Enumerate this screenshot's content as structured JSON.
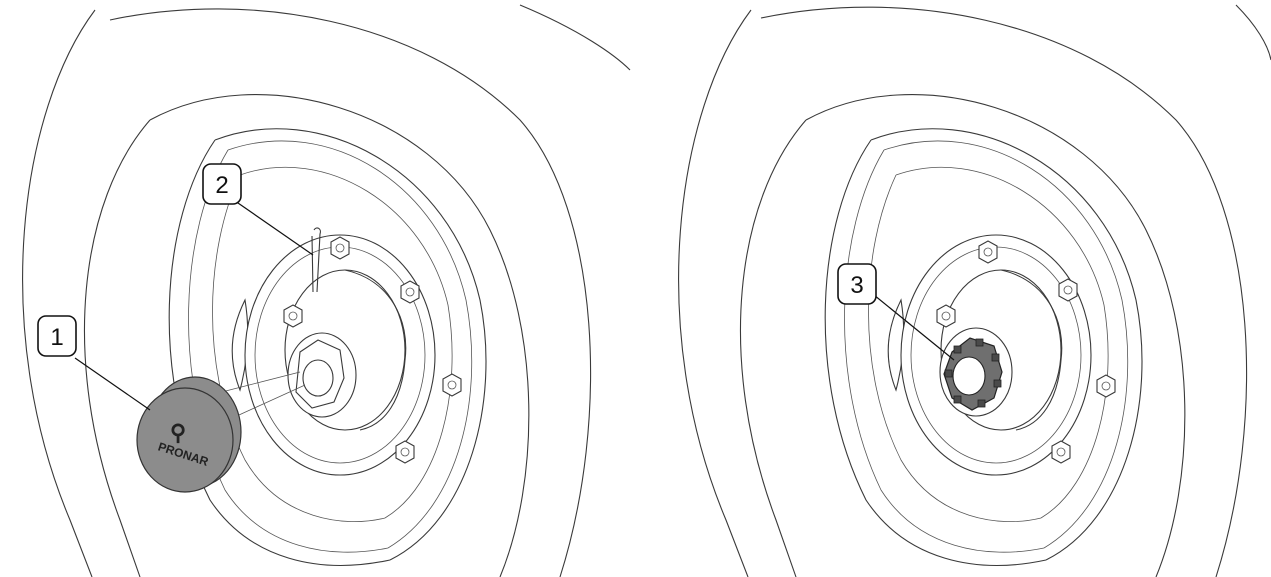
{
  "callouts": {
    "cap": "1",
    "split_pin": "2",
    "castle_nut": "3"
  },
  "cap_logo": {
    "emblem": "⚲",
    "brand": "PRONAR"
  },
  "colors": {
    "line": "#3a3a3a",
    "cap_fill": "#8c8c8c",
    "nut_fill": "#6f6f6f"
  }
}
